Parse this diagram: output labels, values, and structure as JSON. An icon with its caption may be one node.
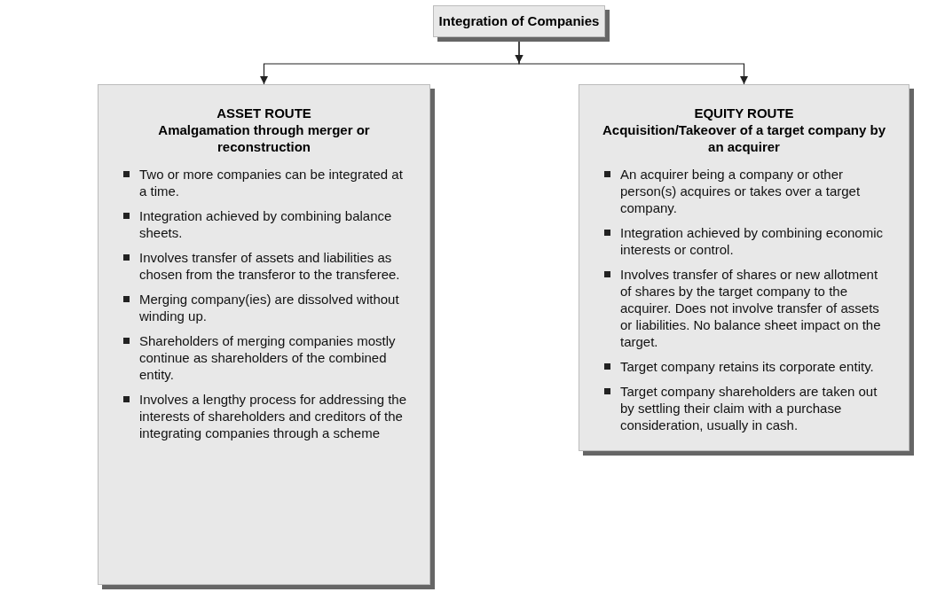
{
  "diagram": {
    "nodes": [
      {
        "text": [
          "Integration of Companies"
        ]
      },
      {
        "text": [
          "ASSET ROUTE",
          "Amalgamation through merger or reconstruction",
          "Two or more companies can be integrated at a time.",
          "Integration achieved by combining balance sheets.",
          "Involves transfer of assets and liabilities as chosen from the transferor to the transferee.",
          "Merging company(ies) are dissolved without winding up.",
          "Shareholders of merging companies mostly continue as shareholders of the combined entity.",
          "Involves a lengthy process for addressing the interests of shareholders and creditors of the integrating companies through a scheme"
        ]
      },
      {
        "text": [
          "EQUITY ROUTE",
          "Acquisition/Takeover of a target company by an acquirer",
          "An acquirer being a company or other person(s) acquires or takes over a target company.",
          "Integration achieved by combining economic interests or control.",
          "Involves transfer of shares or new allotment of shares by the target company to the acquirer. Does not involve transfer of assets or liabilities. No balance sheet impact on the target.",
          "Target company retains its corporate entity.",
          "Target company shareholders are taken out by settling their claim with a purchase consideration, usually in cash."
        ]
      }
    ],
    "edges": [
      {
        "from": 0,
        "to": 1,
        "arrow": "to"
      },
      {
        "from": 0,
        "to": 2,
        "arrow": "to"
      }
    ]
  }
}
